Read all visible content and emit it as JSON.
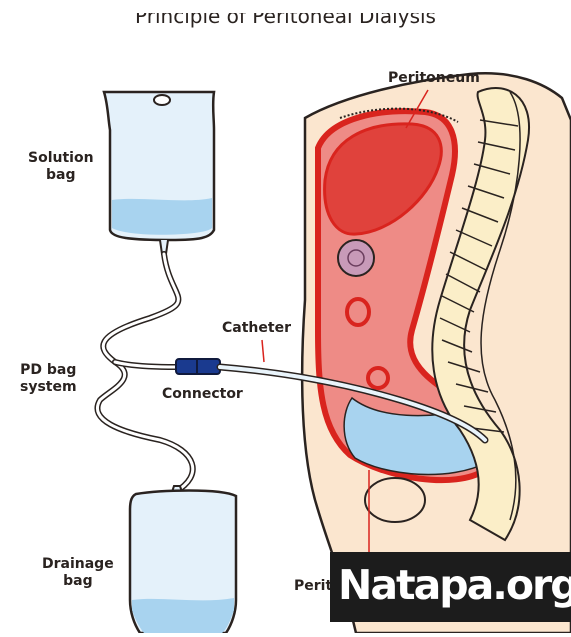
{
  "title": "Principle of Peritoneal Dialysis",
  "labels": {
    "solution_bag": [
      "Solution",
      "bag"
    ],
    "pd_bag_system": [
      "PD bag",
      "system"
    ],
    "drainage_bag": [
      "Drainage",
      "bag"
    ],
    "catheter": "Catheter",
    "connector": "Connector",
    "peritoneum_top": "Peritoneum",
    "peritoneum_bottom": "Perito"
  },
  "watermark": "Natapa.org",
  "colors": {
    "outline": "#2a2320",
    "bag_fill": "#e4f1fa",
    "fluid": "#a8d3ef",
    "skin": "#fbe6cf",
    "peritoneum_red": "#d9241e",
    "cavity_pink": "#ee8b86",
    "spine_bone": "#fbeec8",
    "connector_blue": "#1a3a8f"
  }
}
